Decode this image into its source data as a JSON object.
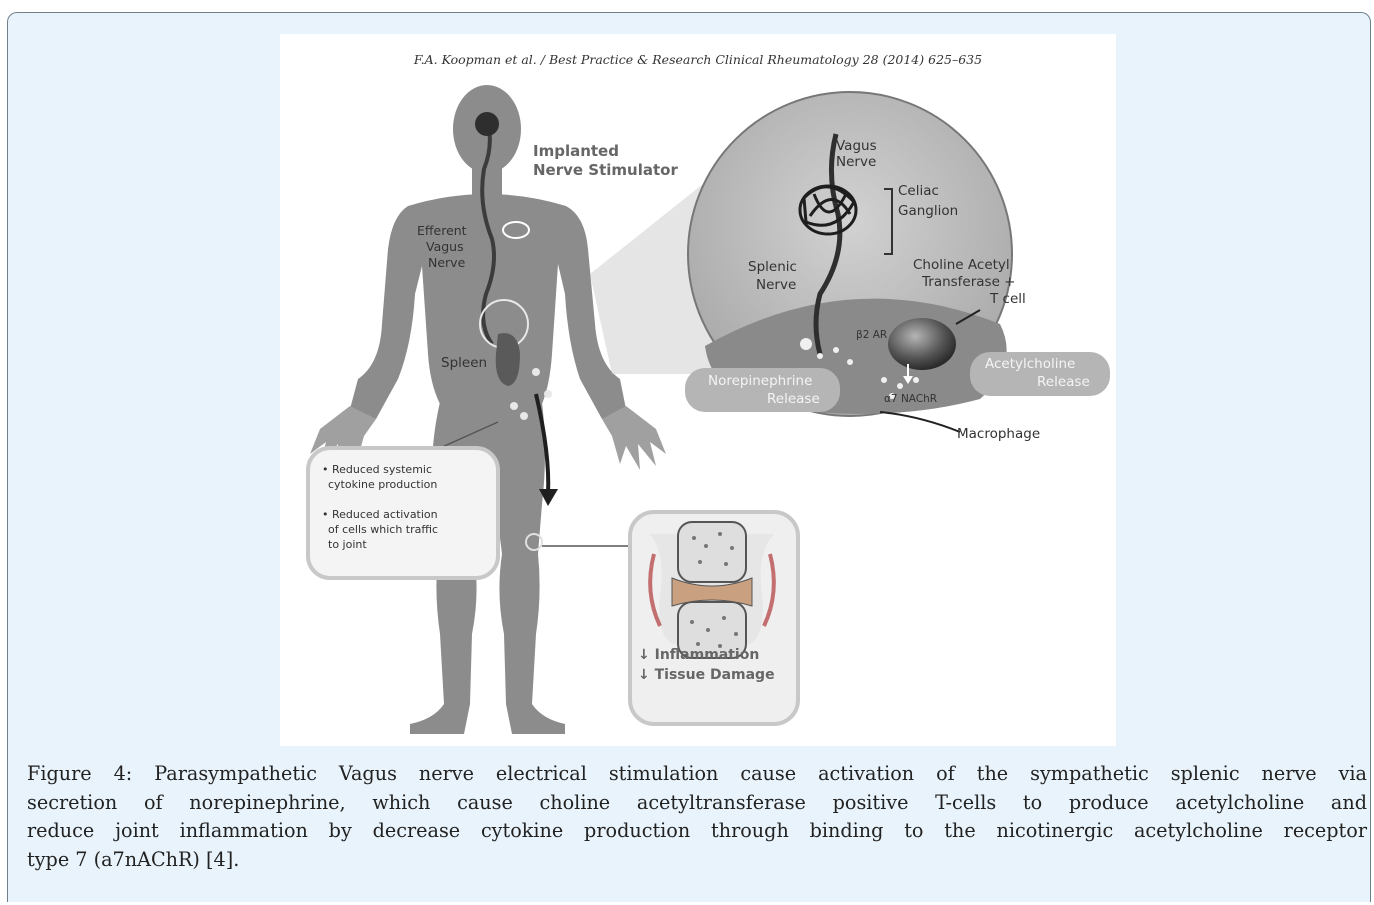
{
  "figure": {
    "citation": "F.A. Koopman et al. / Best Practice & Research Clinical Rheumatology 28 (2014) 625–635",
    "labels": {
      "implanted": "Implanted",
      "nerve_stimulator": "Nerve Stimulator",
      "efferent": "Efferent",
      "vagus": "Vagus",
      "nerve": "Nerve",
      "spleen": "Spleen",
      "zoom_vagus": "Vagus",
      "zoom_nerve": "Nerve",
      "celiac": "Celiac",
      "ganglion": "Ganglion",
      "splenic": "Splenic",
      "splenic_nerve": "Nerve",
      "choline_1": "Choline Acetyl",
      "choline_2": "Transferase +",
      "choline_3": "T cell",
      "b2ar": "β2 AR",
      "a7nachr": "α7 NAChR",
      "norepi_1": "Norepinephrine",
      "norepi_2": "Release",
      "ach_1": "Acetylcholine",
      "ach_2": "Release",
      "macrophage": "Macrophage",
      "bullet1_a": "• Reduced systemic",
      "bullet1_b": "cytokine production",
      "bullet2_a": "• Reduced activation",
      "bullet2_b": "of cells which traffic",
      "bullet2_c": "to joint",
      "inflammation": "↓ Inflammation",
      "tissue_damage": "↓ Tissue Damage"
    }
  },
  "caption": {
    "line1": "Figure 4: Parasympathetic Vagus nerve electrical stimulation cause activation of the sympathetic splenic nerve via",
    "line2": "secretion of norepinephrine, which cause choline acetyltransferase positive T-cells to produce acetylcholine and",
    "line3": "reduce joint inflammation by decrease cytokine production through binding to the nicotinergic acetylcholine receptor",
    "line4": "type 7 (a7nAChR) [4]."
  }
}
